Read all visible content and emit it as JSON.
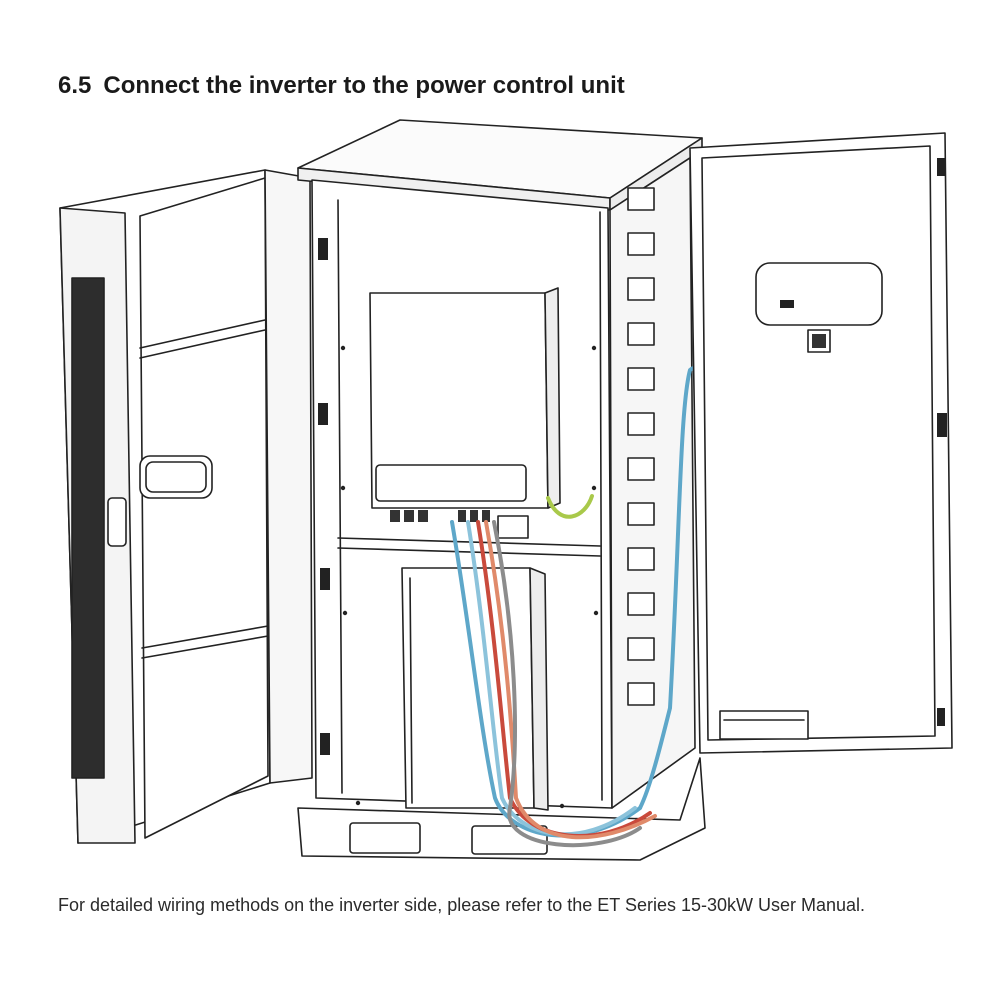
{
  "section": {
    "number": "6.5",
    "title": "Connect the inverter to the power control unit"
  },
  "figure": {
    "cable_colors": {
      "blue": "#5ea7c9",
      "light_blue": "#8cc3db",
      "red": "#c94a3c",
      "orange": "#e08a6a",
      "gray": "#8c8c8c",
      "green_yellow": "#a9c94a"
    }
  },
  "caption": "For detailed wiring methods on the inverter side, please refer to the ET Series 15-30kW User Manual."
}
